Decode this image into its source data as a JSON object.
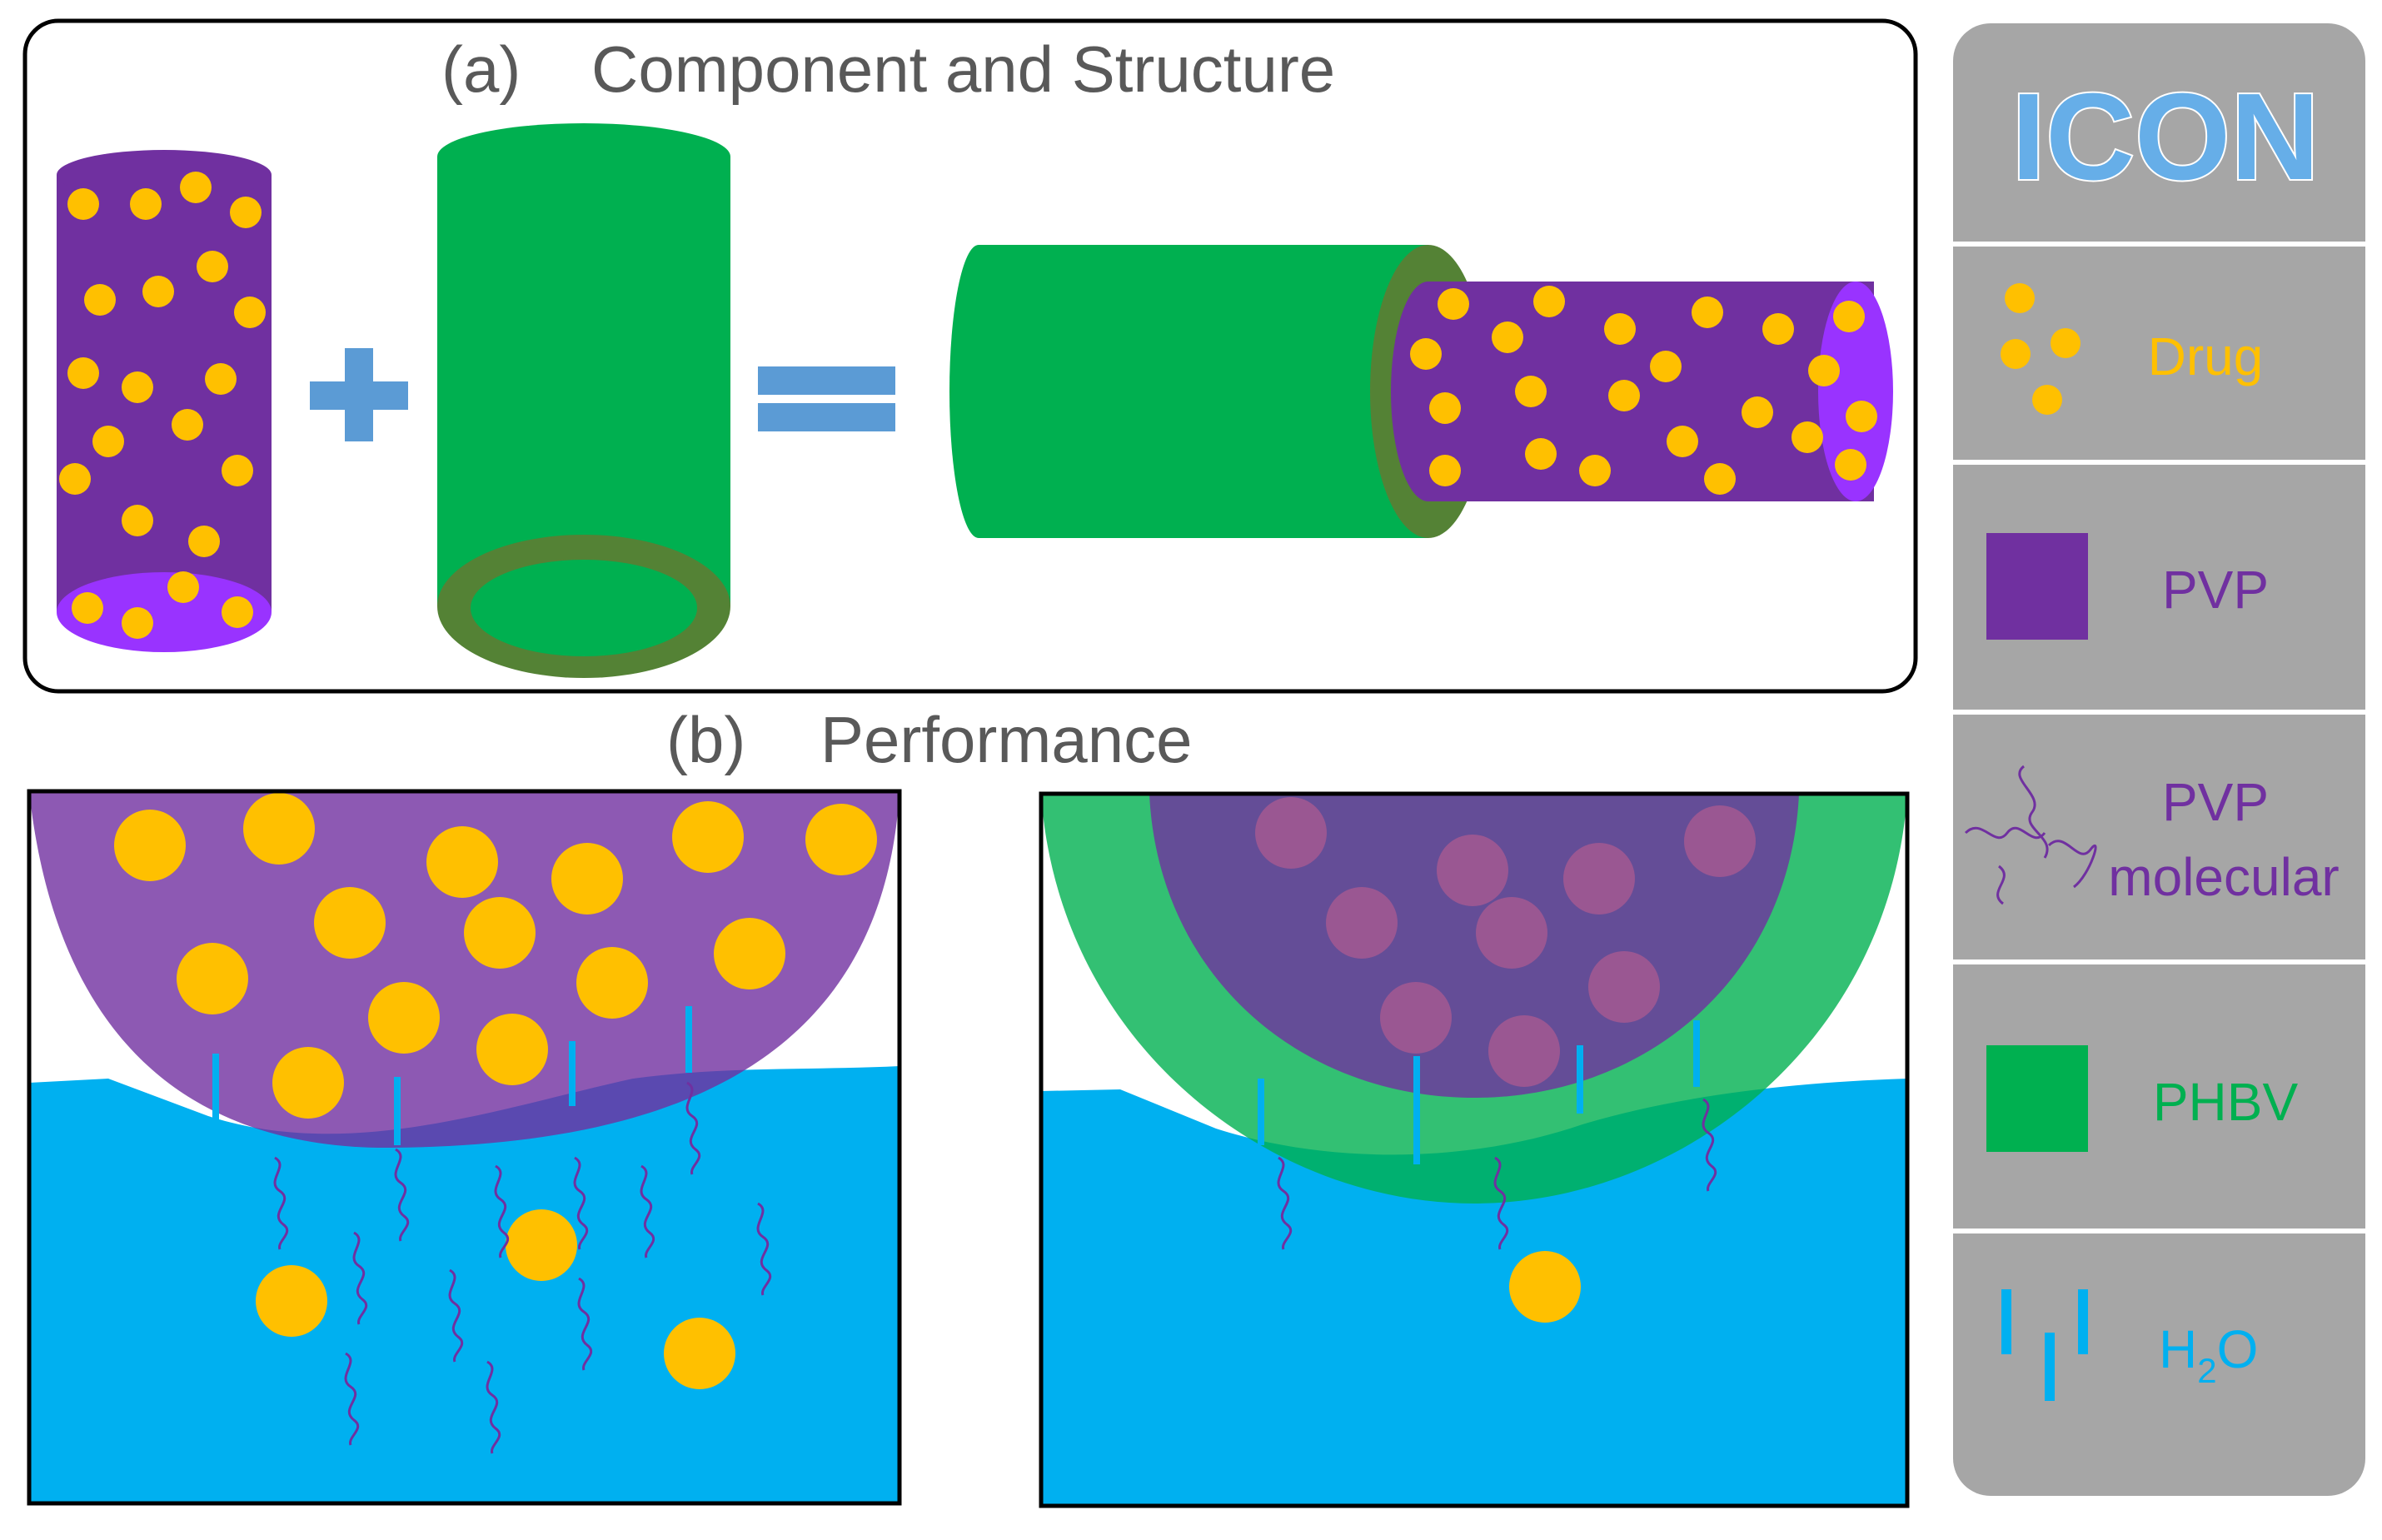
{
  "panel_a": {
    "letter": "(a)",
    "title": "Component and Structure"
  },
  "panel_b": {
    "letter": "(b)",
    "title": "Performance"
  },
  "legend": {
    "title": "ICON",
    "items": {
      "drug": "Drug",
      "pvp": "PVP",
      "pvp_molecular_line1": "PVP",
      "pvp_molecular_line2": "molecular",
      "phbv": "PHBV",
      "h2o_main": "H",
      "h2o_sub": "2",
      "h2o_end": "O"
    }
  },
  "colors": {
    "drug": "#ffc000",
    "pvp": "#7030a0",
    "pvp_light": "#9933ff",
    "phbv": "#00b050",
    "phbv_rim": "#548235",
    "water": "#00b0f0",
    "h2o_icon": "#00b0f0",
    "legend_bg": "#a6a6a6",
    "operator": "#5b9bd5"
  }
}
